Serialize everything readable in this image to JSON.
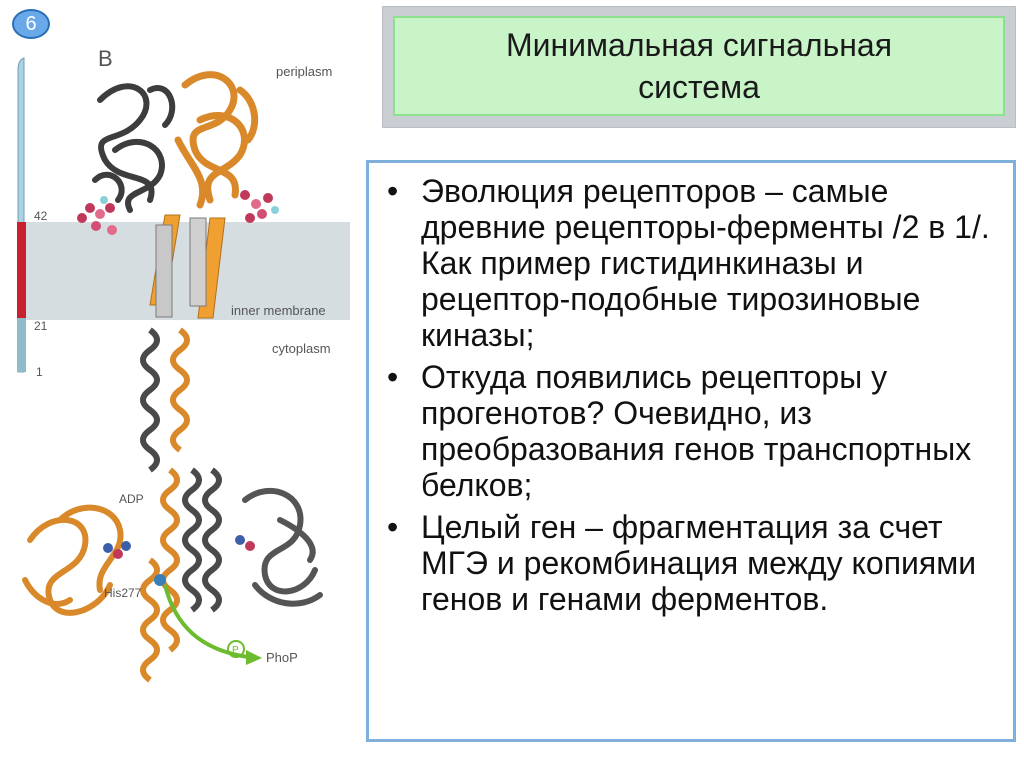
{
  "slide_number": "6",
  "title": {
    "line1": "Минимальная сигнальная",
    "line2": "система"
  },
  "bullets": [
    "Эволюция рецепторов – самые древние рецепторы-ферменты /2 в 1/. Как пример гистидинкиназы и рецептор-подобные тирозиновые киназы;",
    "Откуда появились рецепторы у прогенотов? Очевидно, из преобразования генов транспортных белков;",
    "Целый ген – фрагментация за счет МГЭ и рекомбинация между копиями генов и генами ферментов."
  ],
  "bullet_symbol": "•",
  "figure": {
    "panel_label": "B",
    "periplasm": "periplasm",
    "inner_membrane": "inner membrane",
    "cytoplasm": "cytoplasm",
    "scale_42": "42",
    "scale_21": "21",
    "scale_1": "1",
    "adp": "ADP",
    "his277": "His277",
    "phop": "PhoP",
    "p_symbol": "P"
  },
  "colors": {
    "helix_orange": "#d9892a",
    "helix_gray": "#4a4a4a",
    "membrane": "#d6dde0",
    "scale_red": "#c8202c",
    "scale_blue": "#a9d3e2",
    "arrow_green": "#6dbb2e"
  }
}
